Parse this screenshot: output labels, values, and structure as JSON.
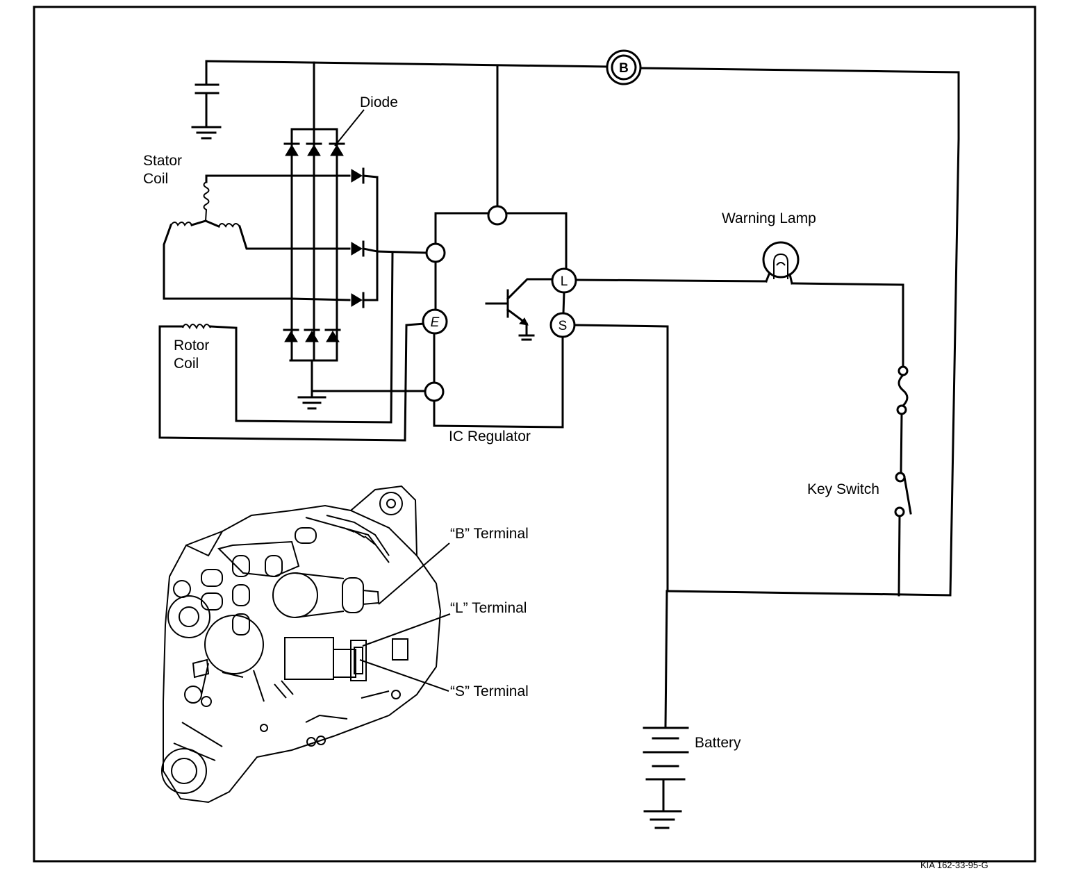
{
  "labels": {
    "diode": "Diode",
    "stator_line1": "Stator",
    "stator_line2": "Coil",
    "rotor_line1": "Rotor",
    "rotor_line2": "Coil",
    "ic_regulator": "IC Regulator",
    "warning_lamp": "Warning Lamp",
    "key_switch": "Key Switch",
    "battery": "Battery",
    "b_terminal": "“B” Terminal",
    "l_terminal": "“L” Terminal",
    "s_terminal": "“S” Terminal",
    "ref_code": "KIA 162-33-95-G"
  },
  "terminals": {
    "b": "B",
    "l": "L",
    "s": "S",
    "e": "E"
  }
}
